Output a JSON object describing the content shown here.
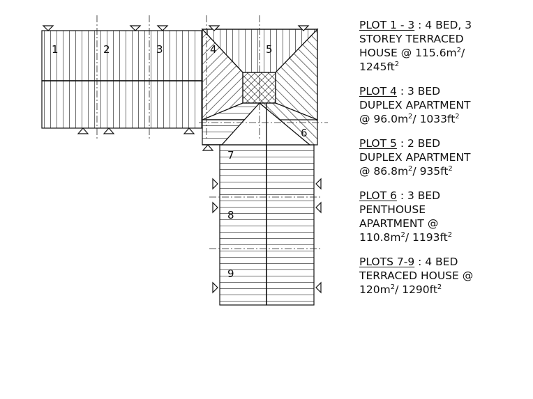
{
  "plot_numbers": [
    "1",
    "2",
    "3",
    "4",
    "5",
    "6",
    "7",
    "8",
    "9"
  ],
  "legend": [
    {
      "lines": [
        [
          {
            "t": "PLOT 1 - 3",
            "u": true
          },
          {
            "t": " : 4 BED, 3"
          }
        ],
        [
          {
            "t": "STOREY TERRACED"
          }
        ],
        [
          {
            "t": "HOUSE @ 115.6m"
          },
          {
            "t": "2",
            "sup": true
          },
          {
            "t": "/"
          }
        ],
        [
          {
            "t": "1245ft"
          },
          {
            "t": "2",
            "sup": true
          }
        ]
      ]
    },
    {
      "lines": [
        [
          {
            "t": "PLOT 4",
            "u": true
          },
          {
            "t": " : 3 BED"
          }
        ],
        [
          {
            "t": "DUPLEX APARTMENT"
          }
        ],
        [
          {
            "t": "@ 96.0m"
          },
          {
            "t": "2",
            "sup": true
          },
          {
            "t": "/ 1033ft"
          },
          {
            "t": "2",
            "sup": true
          }
        ]
      ]
    },
    {
      "lines": [
        [
          {
            "t": "PLOT 5",
            "u": true
          },
          {
            "t": " : 2 BED"
          }
        ],
        [
          {
            "t": "DUPLEX APARTMENT"
          }
        ],
        [
          {
            "t": "@ 86.8m"
          },
          {
            "t": "2",
            "sup": true
          },
          {
            "t": "/ 935ft"
          },
          {
            "t": "2",
            "sup": true
          }
        ]
      ]
    },
    {
      "lines": [
        [
          {
            "t": "PLOT 6",
            "u": true
          },
          {
            "t": " : 3 BED"
          }
        ],
        [
          {
            "t": "PENTHOUSE"
          }
        ],
        [
          {
            "t": "APARTMENT @"
          }
        ],
        [
          {
            "t": "110.8m"
          },
          {
            "t": "2",
            "sup": true
          },
          {
            "t": "/ 1193ft"
          },
          {
            "t": "2",
            "sup": true
          }
        ]
      ]
    },
    {
      "lines": [
        [
          {
            "t": "PLOTS 7-9",
            "u": true
          },
          {
            "t": " : 4 BED"
          }
        ],
        [
          {
            "t": "TERRACED HOUSE @"
          }
        ],
        [
          {
            "t": "120m"
          },
          {
            "t": "2",
            "sup": true
          },
          {
            "t": "/ 1290ft"
          },
          {
            "t": "2",
            "sup": true
          }
        ]
      ]
    }
  ]
}
